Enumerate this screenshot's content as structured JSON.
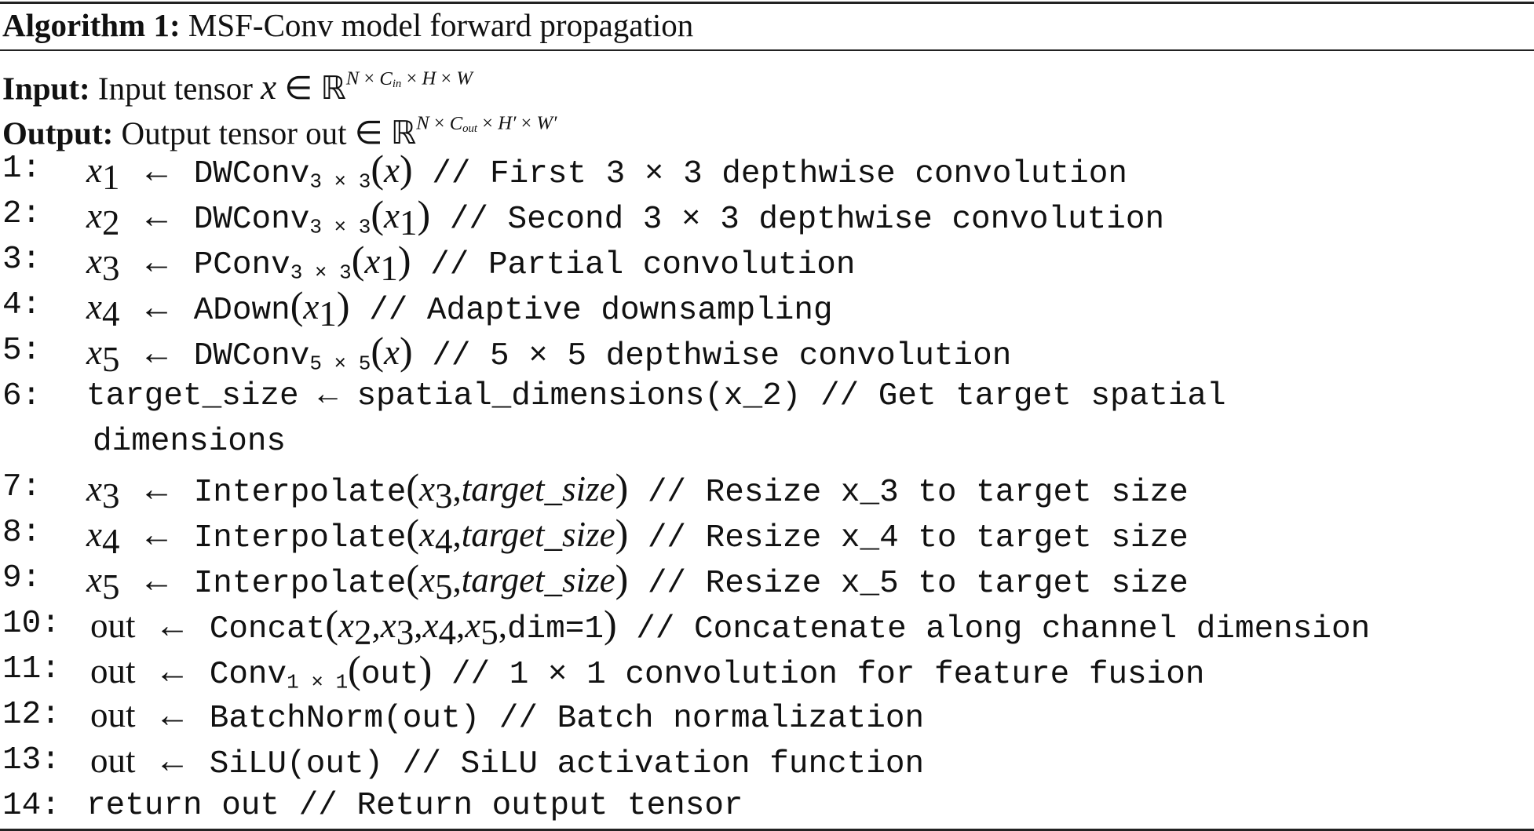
{
  "algorithm": {
    "label": "Algorithm 1:",
    "title": "MSF-Conv model forward propagation"
  },
  "input": {
    "label": "Input:",
    "text": "Input tensor"
  },
  "output": {
    "label": "Output:",
    "text": "Output tensor out"
  },
  "lines": [
    {
      "num": "1:",
      "comment": "// First 3 × 3 depthwise convolution"
    },
    {
      "num": "2:",
      "comment": "// Second 3 × 3 depthwise convolution"
    },
    {
      "num": "3:",
      "comment": "// Partial convolution"
    },
    {
      "num": "4:",
      "comment": "// Adaptive downsampling"
    },
    {
      "num": "5:",
      "comment": "// 5 × 5 depthwise convolution"
    },
    {
      "num": "6:",
      "code": "target_size ← spatial_dimensions(x_2) // Get target spatial",
      "continuation": "dimensions"
    },
    {
      "num": "7:",
      "comment": "// Resize x_3 to target size"
    },
    {
      "num": "8:",
      "comment": "// Resize x_4 to target size"
    },
    {
      "num": "9:",
      "comment": "// Resize x_5 to target size"
    },
    {
      "num": "10:",
      "comment": "// Concatenate along channel dimension"
    },
    {
      "num": "11:",
      "comment": "// 1 × 1 convolution for feature fusion"
    },
    {
      "num": "12:",
      "comment": "// Batch normalization"
    },
    {
      "num": "13:",
      "comment": "// SiLU activation function"
    },
    {
      "num": "14:",
      "code": "return out // Return output tensor"
    }
  ]
}
